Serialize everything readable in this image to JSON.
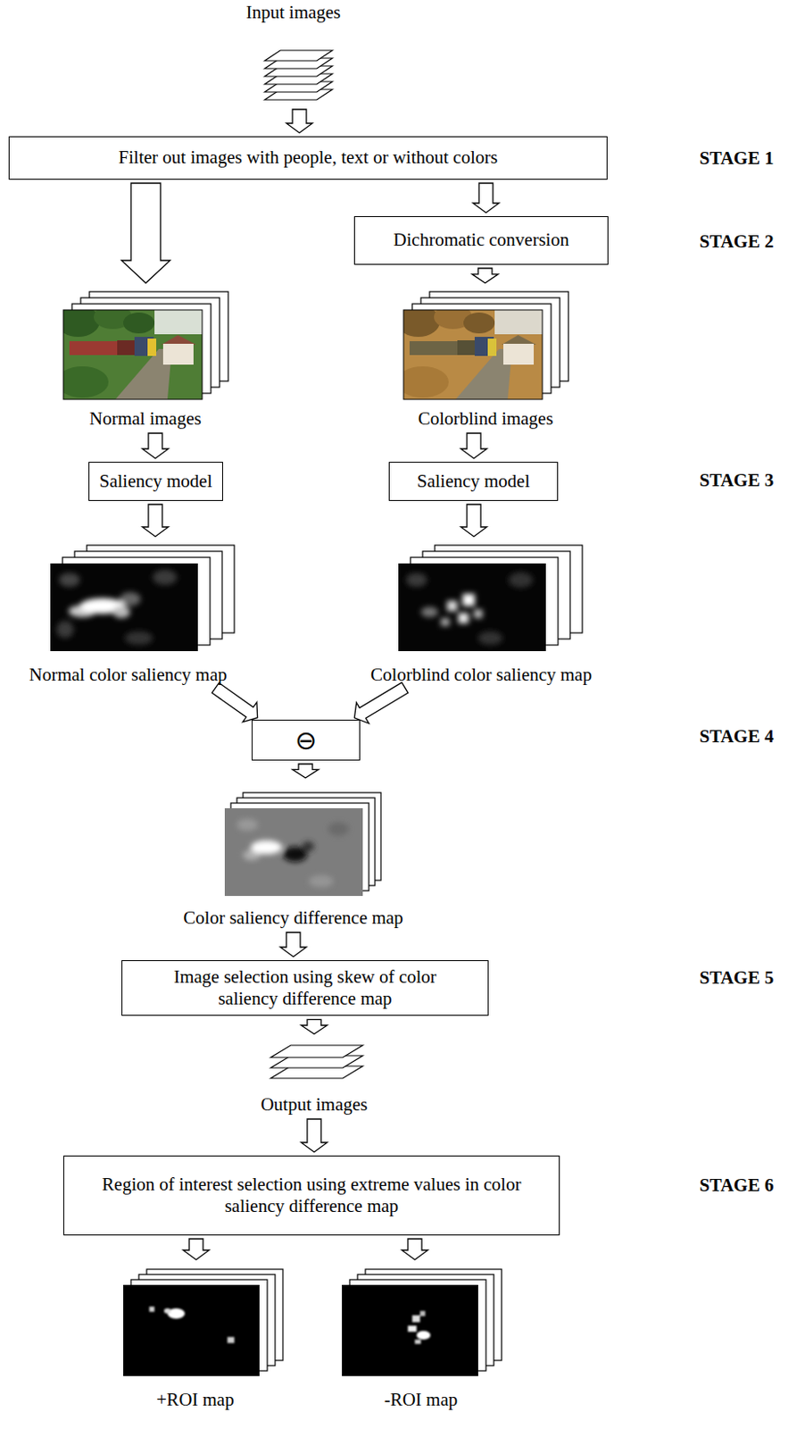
{
  "diagram": {
    "nodes": [
      {
        "text": [
          "Input images"
        ]
      },
      {
        "text": [
          "Filter out images with people, text or without colors"
        ]
      },
      {
        "text": [
          "Dichromatic conversion"
        ]
      },
      {
        "text": [
          "Normal images"
        ]
      },
      {
        "text": [
          "Colorblind images"
        ]
      },
      {
        "text": [
          "Saliency model"
        ]
      },
      {
        "text": [
          "Saliency model"
        ]
      },
      {
        "text": [
          "Normal color saliency map"
        ]
      },
      {
        "text": [
          "Colorblind color saliency map"
        ]
      },
      {
        "text": [
          "⊖"
        ]
      },
      {
        "text": [
          "Color saliency difference map"
        ]
      },
      {
        "text": [
          "Image selection using skew of color saliency difference map"
        ]
      },
      {
        "text": [
          "Output images"
        ]
      },
      {
        "text": [
          "Region of interest selection using extreme values in color saliency difference map"
        ]
      },
      {
        "text": [
          "+ROI map"
        ]
      },
      {
        "text": [
          "-ROI map"
        ]
      }
    ],
    "edges": [
      {
        "from": 0,
        "to": 1,
        "arrow": "to"
      },
      {
        "from": 1,
        "to": 3,
        "arrow": "to"
      },
      {
        "from": 1,
        "to": 2,
        "arrow": "to"
      },
      {
        "from": 2,
        "to": 4,
        "arrow": "to"
      },
      {
        "from": 3,
        "to": 5,
        "arrow": "to"
      },
      {
        "from": 4,
        "to": 6,
        "arrow": "to"
      },
      {
        "from": 5,
        "to": 7,
        "arrow": "to"
      },
      {
        "from": 6,
        "to": 8,
        "arrow": "to"
      },
      {
        "from": 7,
        "to": 9,
        "arrow": "to"
      },
      {
        "from": 8,
        "to": 9,
        "arrow": "to"
      },
      {
        "from": 9,
        "to": 10,
        "arrow": "to"
      },
      {
        "from": 10,
        "to": 11,
        "arrow": "to"
      },
      {
        "from": 11,
        "to": 12,
        "arrow": "to"
      },
      {
        "from": 12,
        "to": 13,
        "arrow": "to"
      },
      {
        "from": 13,
        "to": 14,
        "arrow": "to"
      },
      {
        "from": 13,
        "to": 15,
        "arrow": "to"
      }
    ],
    "labels": [
      "STAGE 1",
      "STAGE 2",
      "STAGE 3",
      "STAGE 4",
      "STAGE 5",
      "STAGE 6"
    ]
  }
}
